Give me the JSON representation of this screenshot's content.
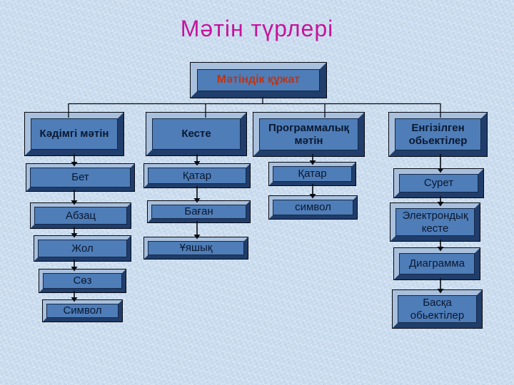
{
  "title": "Мәтін түрлері",
  "root": {
    "label": "Мәтіндік құжат"
  },
  "columns": [
    {
      "header": "Кәдімгі мәтін",
      "children": [
        "Бет",
        "Абзац",
        "Жол",
        "Сөз",
        "Символ"
      ]
    },
    {
      "header": "Кесте",
      "children": [
        "Қатар",
        "Баған",
        "Ұяшық"
      ]
    },
    {
      "header": "Программалық мәтін",
      "children": [
        "Қатар",
        "символ"
      ]
    },
    {
      "header": "Енгізілген обьектілер",
      "children": [
        "Сурет",
        "Электрондық кесте",
        "Диаграмма",
        "Басқа обьектілер"
      ]
    }
  ],
  "colors": {
    "background": "#cbddef",
    "box_fill": "#4e7db8",
    "bevel_light": "#a9c0dd",
    "bevel_dark": "#203d6b",
    "outline": "#05080f",
    "title_text": "#c5149b",
    "root_text": "#bf3414",
    "node_text": "#0a1830"
  }
}
